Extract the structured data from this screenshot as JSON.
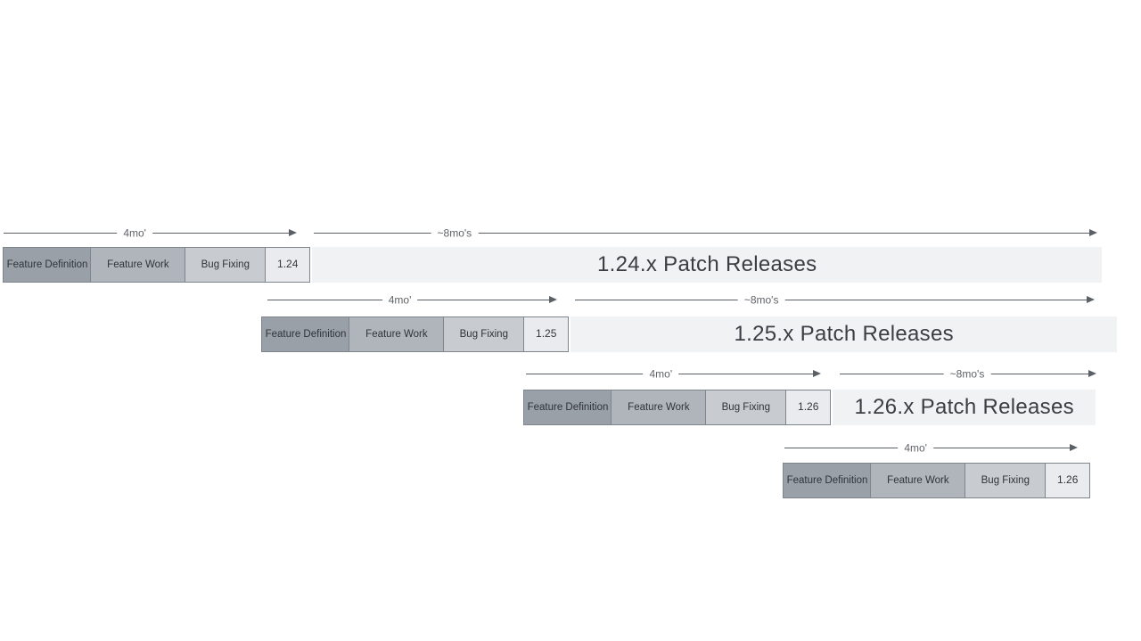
{
  "diagram": {
    "type": "release-cadence-timeline",
    "background_color": "#ffffff",
    "labels": {
      "four_mo": "4mo'",
      "eight_mo": "~8mo's"
    },
    "phases": [
      "Feature Definition",
      "Feature Work",
      "Bug Fixing"
    ],
    "releases": [
      {
        "version": "1.24",
        "patch_label": "1.24.x Patch Releases",
        "has_patch_bar": true
      },
      {
        "version": "1.25",
        "patch_label": "1.25.x Patch Releases",
        "has_patch_bar": true
      },
      {
        "version": "1.26",
        "patch_label": "1.26.x Patch Releases",
        "has_patch_bar": true
      },
      {
        "version": "1.26",
        "patch_label": "",
        "has_patch_bar": false
      }
    ],
    "colors": {
      "feature_definition": "#9aa0a8",
      "feature_work": "#b0b5bc",
      "bug_fixing": "#c8ccd1",
      "version_box": "#e9ebee",
      "patch_bar": "#f1f2f4",
      "box_border": "#7e858d",
      "arrow": "#5a6065",
      "label_text": "#5f6368",
      "patch_text": "#3a3e42"
    }
  }
}
